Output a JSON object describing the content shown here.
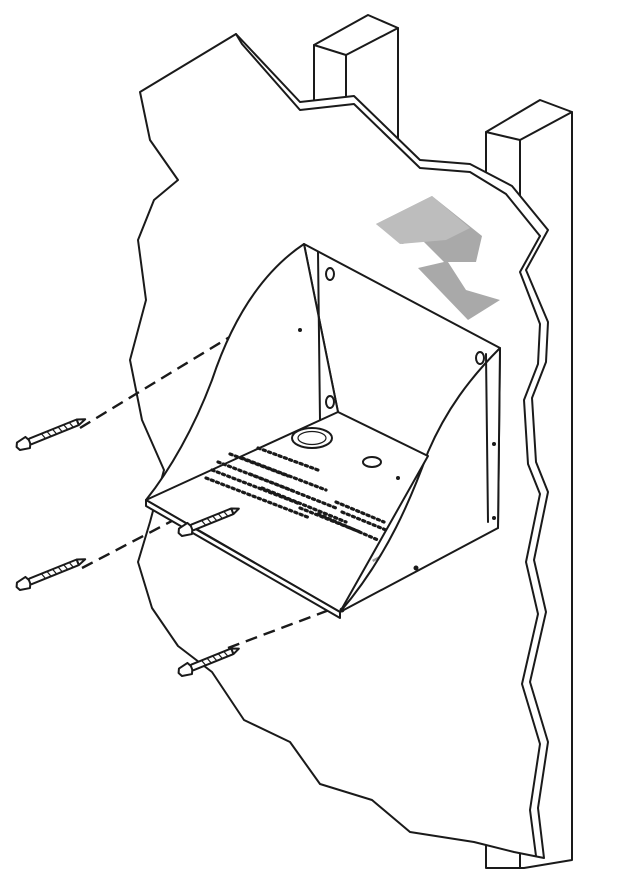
{
  "diagram": {
    "colors": {
      "line": "#1a1a1a",
      "arrow": "#a9a9a9",
      "hidden_dash": "#9a9a9a",
      "background": "#ffffff"
    },
    "elements": [
      "wall-stud-left",
      "wall-stud-right",
      "drywall-panel",
      "mounting-box",
      "mounting-screw",
      "install-direction-arrow"
    ],
    "screw_count": 4
  }
}
